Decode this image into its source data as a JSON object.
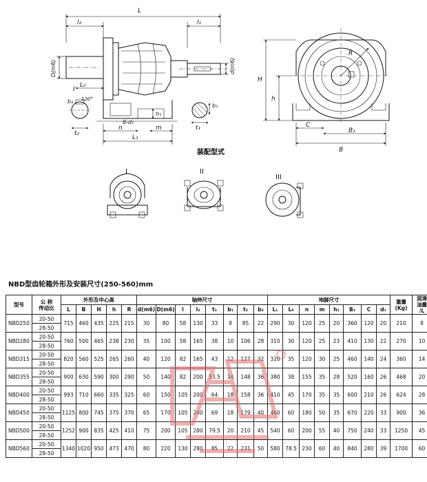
{
  "drawing": {
    "caption": "装配型式",
    "dims": {
      "L": "L",
      "l2": "l₂",
      "l1": "l₁",
      "d_m6": "d(m6)",
      "D_m6": "D(m6)",
      "I": "I",
      "L0": "L₀",
      "b2": "b₂",
      "angle": "120°",
      "t2": "t₂",
      "b1": "b₁",
      "t1": "t₁",
      "h1": "h₁",
      "m": "m",
      "n": "n",
      "six_d1": "6-d₁",
      "L1": "L₁",
      "H": "H",
      "h": "h",
      "R": "R",
      "C": "C",
      "B1": "B₁",
      "B": "B"
    },
    "mount_types": [
      "I",
      "II",
      "III"
    ]
  },
  "table": {
    "title": "NBD型齿轮箱外形及安装尺寸(250-560)mm",
    "group_headers": {
      "model": "型号",
      "ratio": "公 称\n传动比",
      "outline": "外形及中心高",
      "shaft": "轴伸尺寸",
      "foot": "地脚尺寸",
      "weight": "重量\n(Kg)",
      "oil": "润滑\n油量\n/L"
    },
    "sub_headers": [
      "L",
      "B",
      "H",
      "h",
      "R",
      "d(m6)",
      "D(m6)",
      "l",
      "l₂",
      "t₁",
      "b₁",
      "t₂",
      "b₂",
      "L₁",
      "L₀",
      "n",
      "m",
      "h₁",
      "B₁",
      "C",
      "d₁"
    ],
    "rows": [
      {
        "model": "NBD250",
        "ratios": [
          "20-50",
          "28-50"
        ],
        "vals": [
          "715",
          "460",
          "435",
          "225",
          "215",
          "30",
          "80",
          "58",
          "130",
          "33",
          "8",
          "85",
          "22",
          "290",
          "30",
          "120",
          "25",
          "20",
          "360",
          "120",
          "20",
          "210",
          "8"
        ]
      },
      {
        "model": "NBD280",
        "ratios": [
          "20-50",
          "28-50"
        ],
        "vals": [
          "760",
          "500",
          "465",
          "238",
          "230",
          "35",
          "100",
          "58",
          "165",
          "38",
          "10",
          "106",
          "28",
          "310",
          "30",
          "120",
          "25",
          "23",
          "410",
          "130",
          "22",
          "270",
          "10"
        ]
      },
      {
        "model": "NBD315",
        "ratios": [
          "20-50",
          "28-50"
        ],
        "vals": [
          "820",
          "560",
          "525",
          "265",
          "260",
          "40",
          "120",
          "82",
          "165",
          "43",
          "12",
          "127",
          "32",
          "320",
          "35",
          "120",
          "30",
          "25",
          "460",
          "140",
          "24",
          "360",
          "14"
        ]
      },
      {
        "model": "NBD355",
        "ratios": [
          "20-50",
          "28-50"
        ],
        "vals": [
          "900",
          "630",
          "590",
          "300",
          "290",
          "50",
          "140",
          "82",
          "200",
          "53.5",
          "14",
          "148",
          "36",
          "380",
          "38",
          "155",
          "35",
          "28",
          "520",
          "160",
          "26",
          "468",
          "20"
        ]
      },
      {
        "model": "NBD400",
        "ratios": [
          "20-50",
          "28-50"
        ],
        "vals": [
          "993",
          "710",
          "660",
          "335",
          "325",
          "60",
          "150",
          "105",
          "200",
          "64",
          "18",
          "158",
          "36",
          "410",
          "45",
          "170",
          "35",
          "35",
          "600",
          "210",
          "26",
          "624",
          "28"
        ]
      },
      {
        "model": "NBD450",
        "ratios": [
          "20-50",
          "28-50"
        ],
        "vals": [
          "1125",
          "800",
          "745",
          "375",
          "370",
          "65",
          "170",
          "105",
          "240",
          "69",
          "18",
          "179",
          "40",
          "460",
          "60",
          "180",
          "50",
          "35",
          "670",
          "220",
          "33",
          "900",
          "36"
        ]
      },
      {
        "model": "NBD500",
        "ratios": [
          "20-50",
          "28-50"
        ],
        "vals": [
          "1252",
          "900",
          "835",
          "425",
          "410",
          "75",
          "200",
          "105",
          "280",
          "79.5",
          "20",
          "210",
          "45",
          "540",
          "60",
          "200",
          "55",
          "40",
          "750",
          "240",
          "33",
          "1250",
          "45"
        ]
      },
      {
        "model": "NBD560",
        "ratios": [
          "20-50",
          "28-50"
        ],
        "vals": [
          "1340",
          "1020",
          "950",
          "473",
          "470",
          "80",
          "220",
          "130",
          "280",
          "85",
          "22",
          "231",
          "50",
          "580",
          "78.5",
          "230",
          "60",
          "40",
          "840",
          "280",
          "39",
          "1700",
          "60"
        ]
      }
    ]
  },
  "colors": {
    "line": "#111111",
    "watermark": "#e07070"
  }
}
